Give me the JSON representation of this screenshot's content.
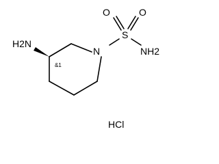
{
  "molecule": {
    "atoms": {
      "amine_n": "H2N",
      "ring_n": "N",
      "sulfur": "S",
      "oxygen_left": "O",
      "oxygen_right": "O",
      "sulfonamide_n": "NH2"
    },
    "stereo_label": "&1",
    "salt": "HCl"
  }
}
